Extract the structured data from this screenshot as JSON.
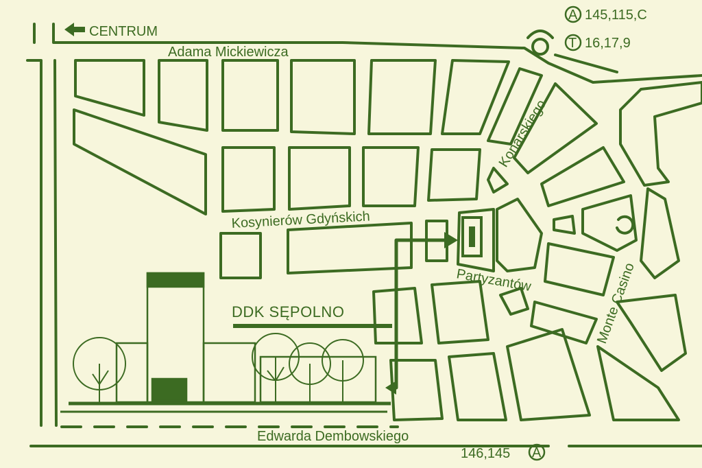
{
  "colors": {
    "ink": "#3c6b22",
    "paper": "#f7f6dc"
  },
  "directions": {
    "centrum_label": "CENTRUM"
  },
  "streets": {
    "mickiewicza": "Adama Mickiewicza",
    "kosynierow": "Kosynierów Gdyńskich",
    "partyzantow": "Partyzantów",
    "konarskiego": "Konarskiego",
    "monte_casino": "Monte Casino",
    "dembowskiego": "Edwarda Dembowskiego"
  },
  "venue": {
    "name": "DDK SĘPOLNO"
  },
  "transit": {
    "top_bus_symbol": "A",
    "top_bus_lines": "145,115,C",
    "tram_symbol": "T",
    "tram_lines": "16,17,9",
    "bottom_bus_symbol": "A",
    "bottom_bus_lines": "146,145"
  },
  "icons": {
    "arrow": "arrow-left-icon",
    "route": "route-arrow-icon",
    "destination": "destination-marker-icon",
    "roundabout": "roundabout-icon",
    "bus": "bus-stop-icon",
    "tram": "tram-stop-icon",
    "building": "building-illustration",
    "tree": "tree-icon"
  }
}
